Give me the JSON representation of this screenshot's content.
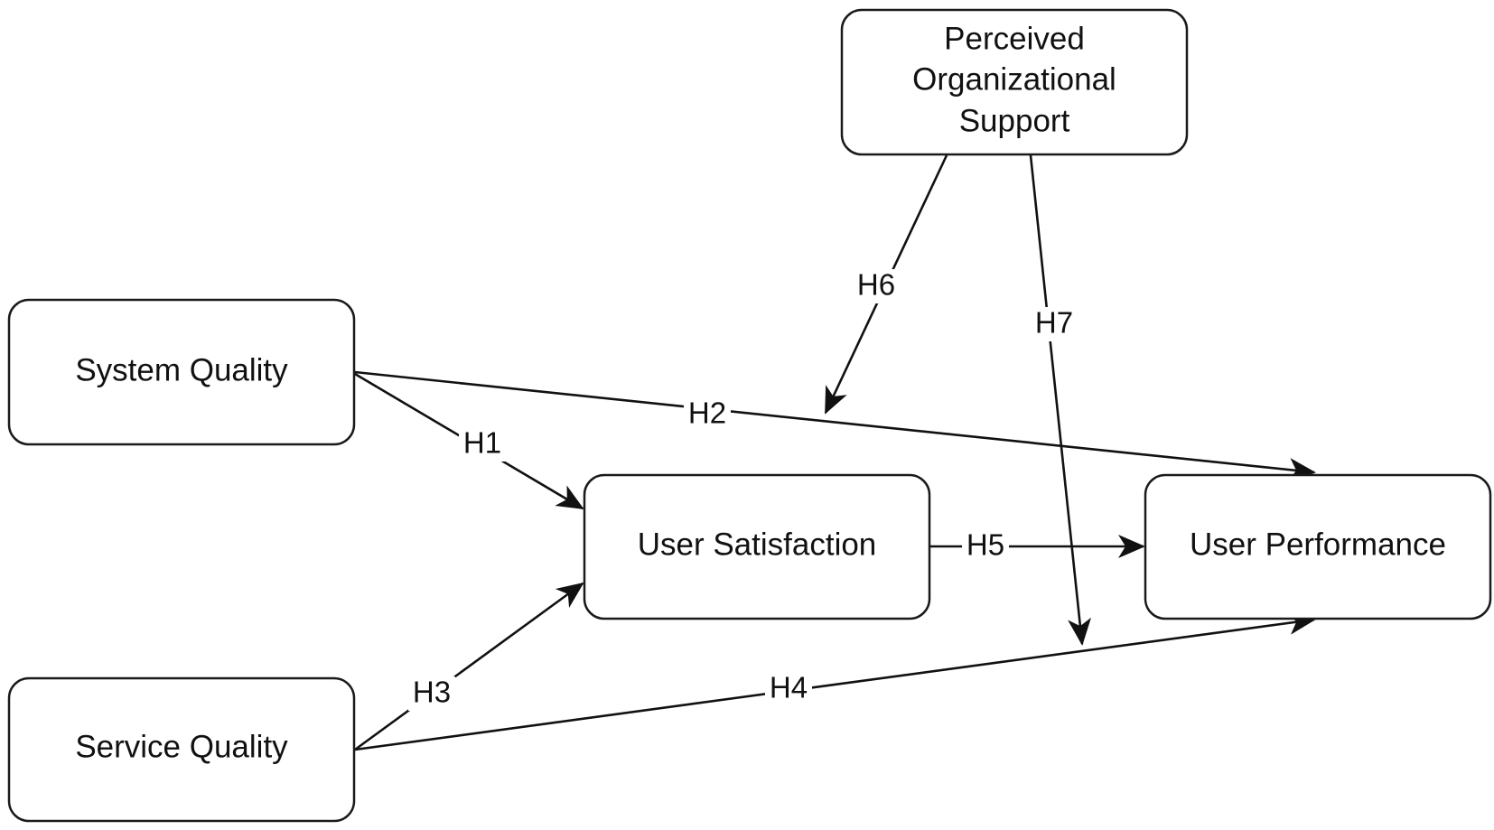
{
  "diagram": {
    "nodes": {
      "perceived_organizational_support": {
        "lines": [
          "Perceived",
          "Organizational",
          "Support"
        ]
      },
      "system_quality": {
        "lines": [
          "System Quality"
        ]
      },
      "service_quality": {
        "lines": [
          "Service Quality"
        ]
      },
      "user_satisfaction": {
        "lines": [
          "User Satisfaction"
        ]
      },
      "user_performance": {
        "lines": [
          "User Performance"
        ]
      }
    },
    "edges": {
      "h1": {
        "label": "H1",
        "from": "system_quality",
        "to": "user_satisfaction"
      },
      "h2": {
        "label": "H2",
        "from": "system_quality",
        "to": "user_performance"
      },
      "h3": {
        "label": "H3",
        "from": "service_quality",
        "to": "user_satisfaction"
      },
      "h4": {
        "label": "H4",
        "from": "service_quality",
        "to": "user_performance"
      },
      "h5": {
        "label": "H5",
        "from": "user_satisfaction",
        "to": "user_performance"
      },
      "h6": {
        "label": "H6",
        "from": "perceived_organizational_support",
        "to": "edge:h2"
      },
      "h7": {
        "label": "H7",
        "from": "perceived_organizational_support",
        "to": "edge:h4"
      }
    },
    "colors": {
      "stroke": "#111111",
      "background": "#ffffff"
    }
  }
}
